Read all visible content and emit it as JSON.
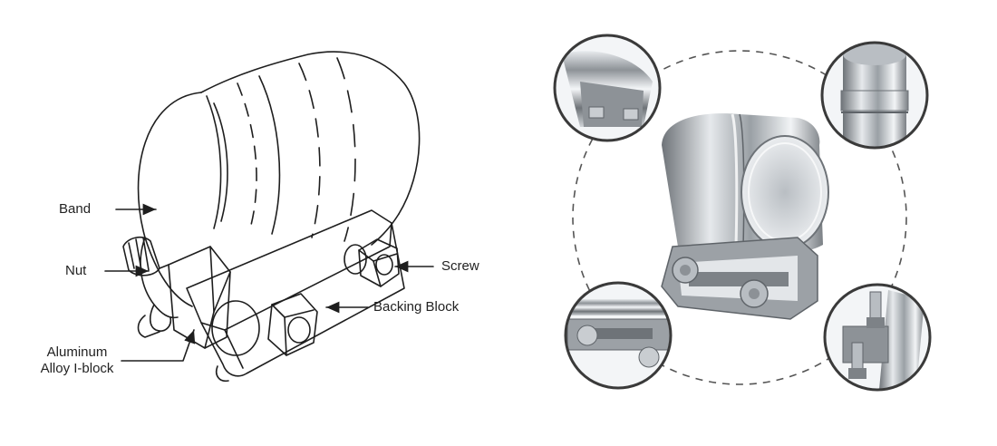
{
  "labels": {
    "band": "Band",
    "nut": "Nut",
    "screw": "Screw",
    "backing_block": "Backing Block",
    "iblock_line1": "Aluminum",
    "iblock_line2": "Alloy I-block"
  },
  "colors": {
    "line": "#1e1e1e",
    "steel_dark": "#6e7378",
    "steel_light": "#f2f4f6",
    "dash_circle": "#555555",
    "photo_border": "#3a3a3a"
  },
  "icons": {
    "product_photo": "clamp-photo-icon",
    "detail_photos": [
      "detail-top-left-icon",
      "detail-top-right-icon",
      "detail-bottom-left-icon",
      "detail-bottom-right-icon"
    ]
  }
}
